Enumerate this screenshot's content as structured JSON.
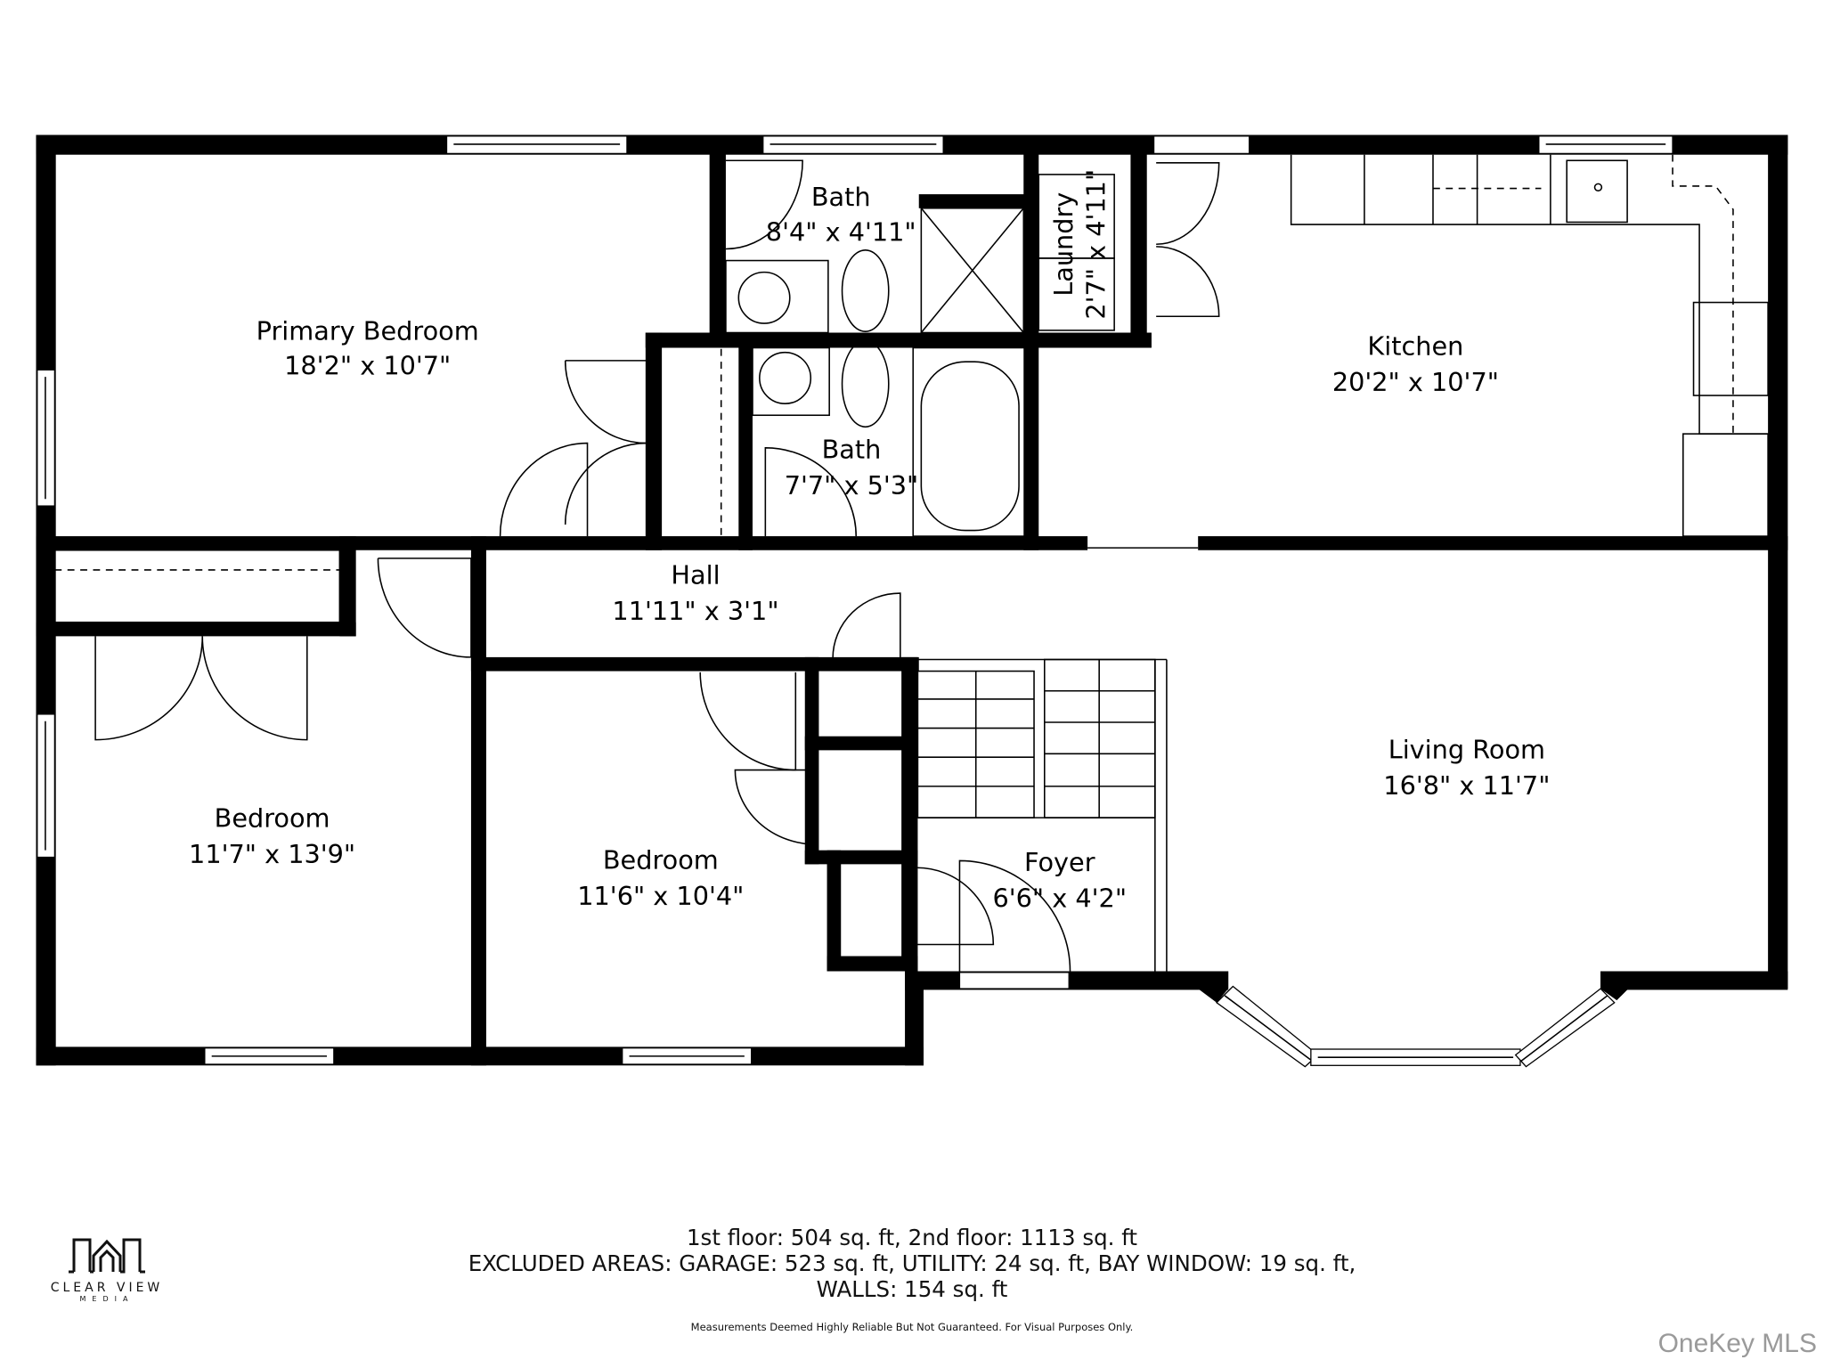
{
  "rooms": {
    "primary_bedroom": {
      "name": "Primary Bedroom",
      "dims": "18'2\" x 10'7\""
    },
    "bath_1": {
      "name": "Bath",
      "dims": "8'4\" x 4'11\""
    },
    "laundry": {
      "name": "Laundry",
      "dims": "2'7\" x 4'11\""
    },
    "kitchen": {
      "name": "Kitchen",
      "dims": "20'2\" x 10'7\""
    },
    "bath_2": {
      "name": "Bath",
      "dims": "7'7\" x 5'3\""
    },
    "hall": {
      "name": "Hall",
      "dims": "11'11\" x 3'1\""
    },
    "bedroom_1": {
      "name": "Bedroom",
      "dims": "11'7\" x 13'9\""
    },
    "bedroom_2": {
      "name": "Bedroom",
      "dims": "11'6\" x 10'4\""
    },
    "foyer": {
      "name": "Foyer",
      "dims": "6'6\" x 4'2\""
    },
    "living_room": {
      "name": "Living Room",
      "dims": "16'8\" x 11'7\""
    }
  },
  "footer": {
    "line1": "1st floor: 504 sq. ft, 2nd floor: 1113 sq. ft",
    "line2": "EXCLUDED AREAS: GARAGE: 523 sq. ft, UTILITY: 24 sq. ft, BAY WINDOW: 19 sq. ft,",
    "line3": "WALLS: 154 sq. ft",
    "disclaimer": "Measurements Deemed Highly Reliable But Not Guaranteed. For Visual Purposes Only."
  },
  "logo": {
    "brand": "CLEAR VIEW",
    "sub": "MEDIA",
    "icon": "house-outline-icon"
  },
  "watermark": "OneKey MLS"
}
